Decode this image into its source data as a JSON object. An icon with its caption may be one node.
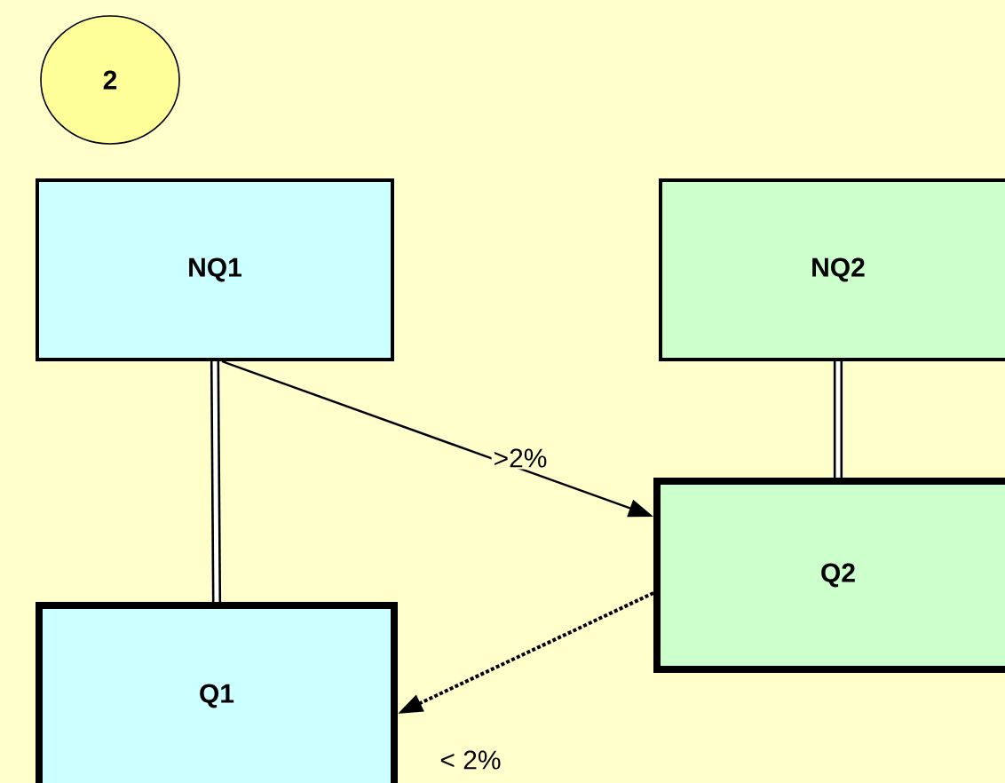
{
  "diagram": {
    "nodes": [
      {
        "text": [
          "2"
        ]
      },
      {
        "text": [
          "NQ1"
        ]
      },
      {
        "text": [
          "NQ2"
        ]
      },
      {
        "text": [
          "Q2"
        ]
      },
      {
        "text": [
          "Q1"
        ]
      }
    ],
    "edges": [
      {
        "from": 1,
        "to": 4,
        "arrow": "none",
        "style": "thick"
      },
      {
        "from": 2,
        "to": 3,
        "arrow": "none",
        "style": "thick"
      },
      {
        "from": 1,
        "to": 3,
        "arrow": "to",
        "label": ">2%"
      },
      {
        "from": 3,
        "to": 4,
        "arrow": "to",
        "style": "dashed",
        "label": "< 2%"
      }
    ]
  }
}
